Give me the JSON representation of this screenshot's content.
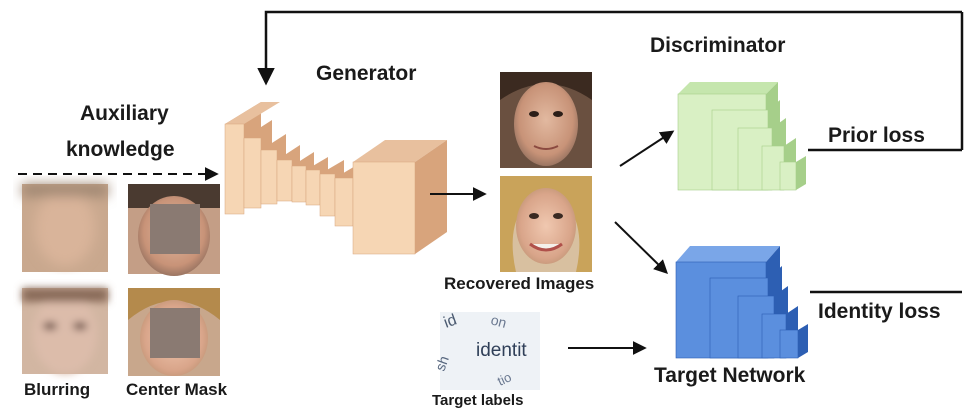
{
  "labels": {
    "auxiliary": "Auxiliary",
    "knowledge": "knowledge",
    "generator": "Generator",
    "discriminator": "Discriminator",
    "prior_loss": "Prior loss",
    "identity_loss": "Identity loss",
    "recovered_images": "Recovered Images",
    "target_network": "Target Network",
    "target_labels": "Target labels",
    "blurring": "Blurring",
    "center_mask": "Center Mask"
  },
  "label_image_text": "identit",
  "colors": {
    "generator_face": "#f6d6b4",
    "generator_side": "#d8a47c",
    "discriminator_face": "#d9f0c4",
    "discriminator_side": "#a6cf8a",
    "target_face": "#5b8fde",
    "target_side": "#2d5fb3",
    "mask_gray": "#8a7a72",
    "arrow": "#111111"
  }
}
